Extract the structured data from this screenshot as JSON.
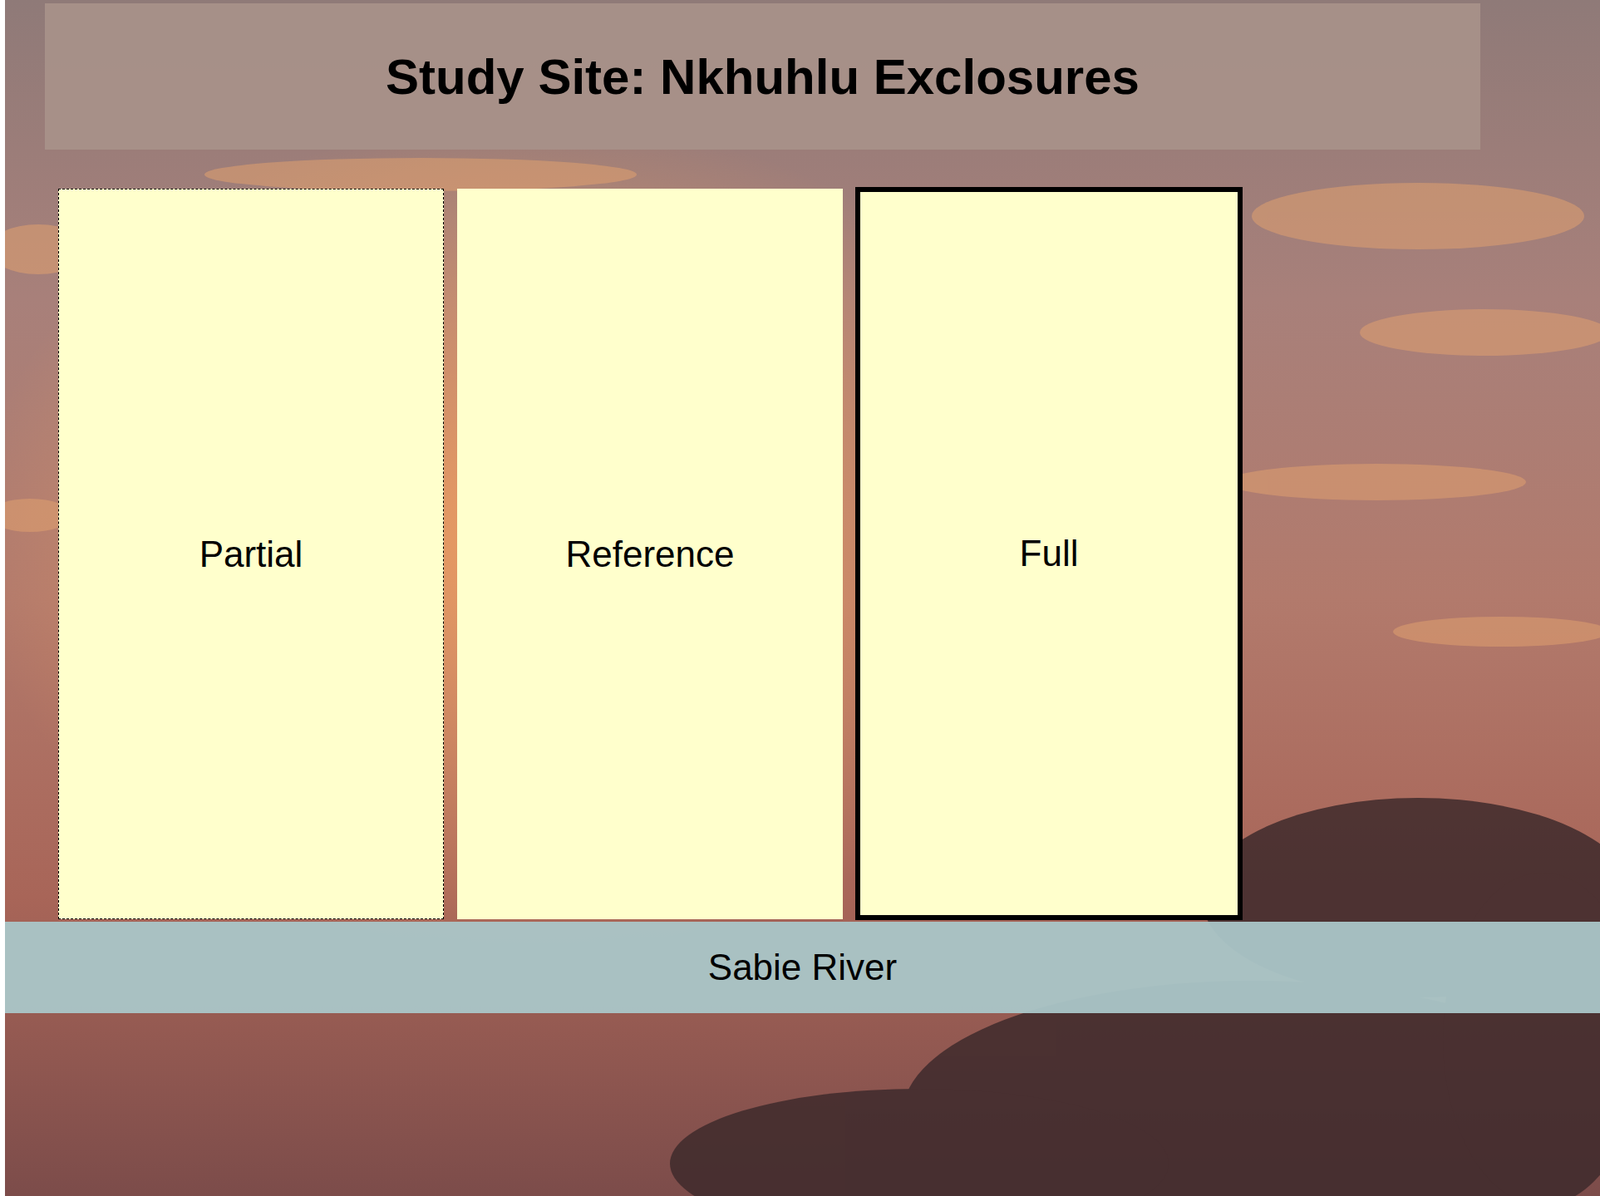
{
  "diagram": {
    "title": "Study Site: Nkhuhlu Exclosures",
    "nodes": [
      {
        "text": [
          "Partial"
        ]
      },
      {
        "text": [
          "Reference"
        ]
      },
      {
        "text": [
          "Full"
        ]
      },
      {
        "text": [
          "Sabie River"
        ]
      }
    ]
  }
}
